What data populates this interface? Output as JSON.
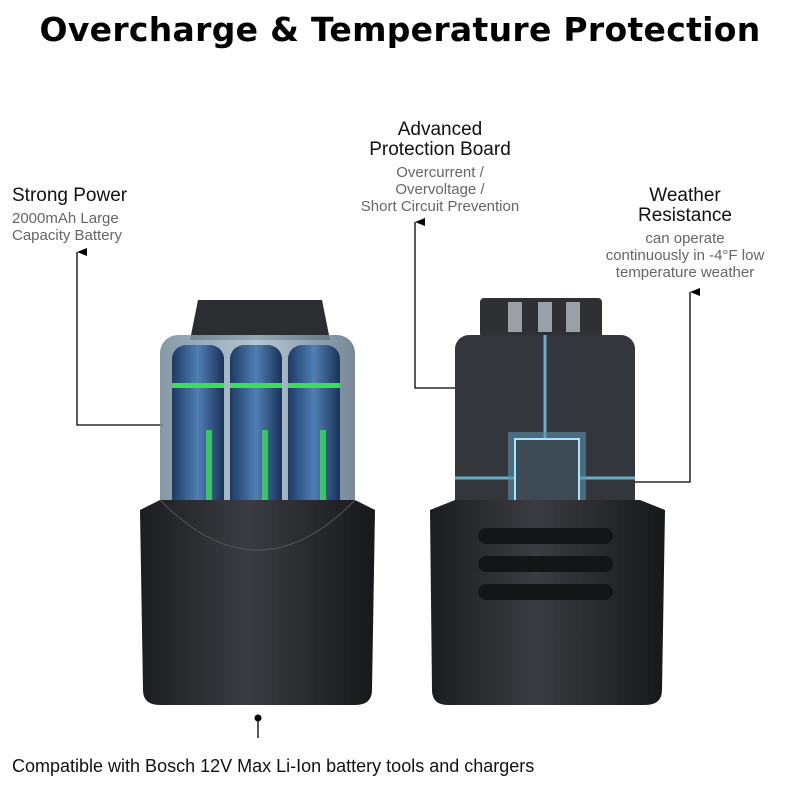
{
  "title": "Overcharge & Temperature Protection",
  "features": {
    "power": {
      "heading": "Strong Power",
      "lines": [
        "2000mAh Large",
        "Capacity Battery"
      ]
    },
    "board": {
      "heading": [
        "Advanced",
        "Protection Board"
      ],
      "lines": [
        "Overcurrent /",
        "Overvoltage /",
        "Short Circuit Prevention"
      ]
    },
    "weather": {
      "heading": [
        "Weather",
        "Resistance"
      ],
      "lines": [
        "can operate",
        "continuously in -4°F low",
        "temperature weather"
      ]
    }
  },
  "footer": "Compatible with Bosch 12V Max Li-Ion battery tools and chargers",
  "colors": {
    "cell_glow": "#3ddc5a",
    "chip_glow": "#7fe0ff",
    "housing": "#2a2c30"
  }
}
